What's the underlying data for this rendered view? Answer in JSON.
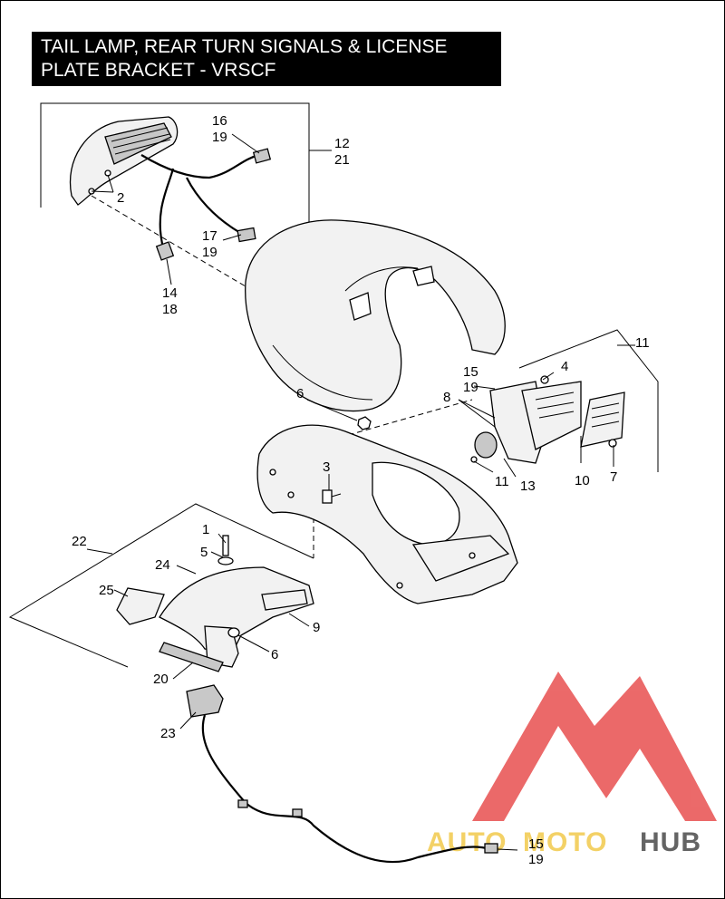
{
  "title": {
    "line1": "TAIL LAMP, REAR TURN SIGNALS & LICENSE",
    "line2": "PLATE BRACKET - VRSCF"
  },
  "callouts": {
    "c1": "1",
    "c2": "2",
    "c3": "3",
    "c4": "4",
    "c5": "5",
    "c6a": "6",
    "c6b": "6",
    "c7": "7",
    "c8": "8",
    "c9": "9",
    "c10": "10",
    "c11a": "11",
    "c11b": "11",
    "c12": "12",
    "c13": "13",
    "c14": "14",
    "c15a": "15",
    "c15b": "15",
    "c16": "16",
    "c17": "17",
    "c18": "18",
    "c19a": "19",
    "c19b": "19",
    "c19c": "19",
    "c19d": "19",
    "c20": "20",
    "c21": "21",
    "c22": "22",
    "c23": "23",
    "c24": "24",
    "c25": "25"
  },
  "watermark": {
    "word1": "AUTO",
    "word2": "MOTO",
    "word3": "HUB",
    "color_red": "#e85050",
    "color_yellow": "#f2c94c",
    "color_gray": "#4a4a4a"
  }
}
